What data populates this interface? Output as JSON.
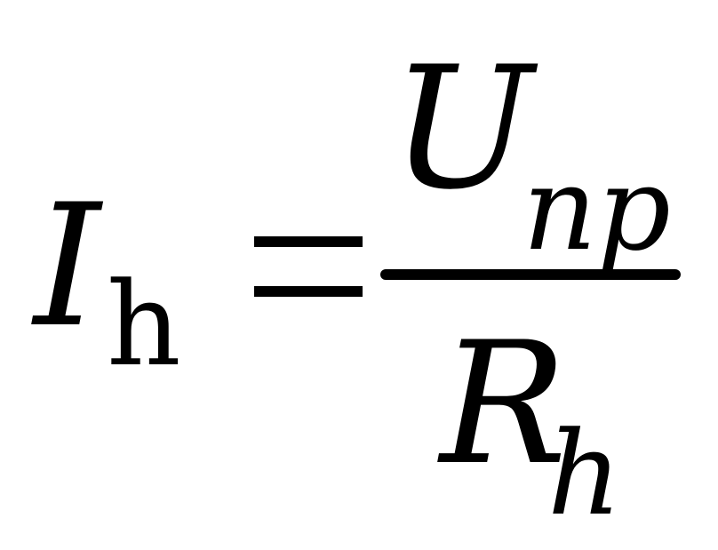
{
  "formula": {
    "lhs": {
      "symbol": "I",
      "subscript": "h"
    },
    "equals": "=",
    "numerator": {
      "symbol": "U",
      "subscript": "np"
    },
    "denominator": {
      "symbol": "R",
      "subscript": "h"
    }
  },
  "colors": {
    "ink": "#000000",
    "background": "#ffffff"
  }
}
